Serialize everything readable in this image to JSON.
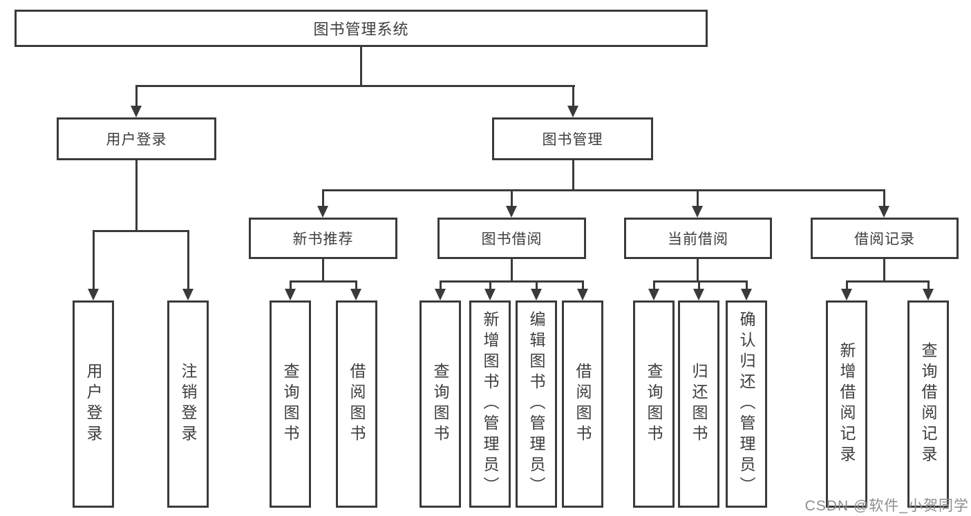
{
  "title": "图书管理系统",
  "colors": {
    "line": "#3a3a3a",
    "text": "#3d3d3d",
    "background": "#ffffff",
    "watermark": "#8e8e8e"
  },
  "tree": {
    "root": {
      "label": "图书管理系统",
      "children": [
        {
          "label": "用户登录",
          "children": [
            {
              "label": "用户登录"
            },
            {
              "label": "注销登录"
            }
          ]
        },
        {
          "label": "图书管理",
          "children": [
            {
              "label": "新书推荐",
              "children": [
                {
                  "label": "查询图书"
                },
                {
                  "label": "借阅图书"
                }
              ]
            },
            {
              "label": "图书借阅",
              "children": [
                {
                  "label": "查询图书"
                },
                {
                  "label": "新增图书（管理员）"
                },
                {
                  "label": "编辑图书（管理员）"
                },
                {
                  "label": "借阅图书"
                }
              ]
            },
            {
              "label": "当前借阅",
              "children": [
                {
                  "label": "查询图书"
                },
                {
                  "label": "归还图书"
                },
                {
                  "label": "确认归还（管理员）"
                }
              ]
            },
            {
              "label": "借阅记录",
              "children": [
                {
                  "label": "新增借阅记录"
                },
                {
                  "label": "查询借阅记录"
                }
              ]
            }
          ]
        }
      ]
    }
  },
  "watermark": "CSDN @软件_小贺同学"
}
